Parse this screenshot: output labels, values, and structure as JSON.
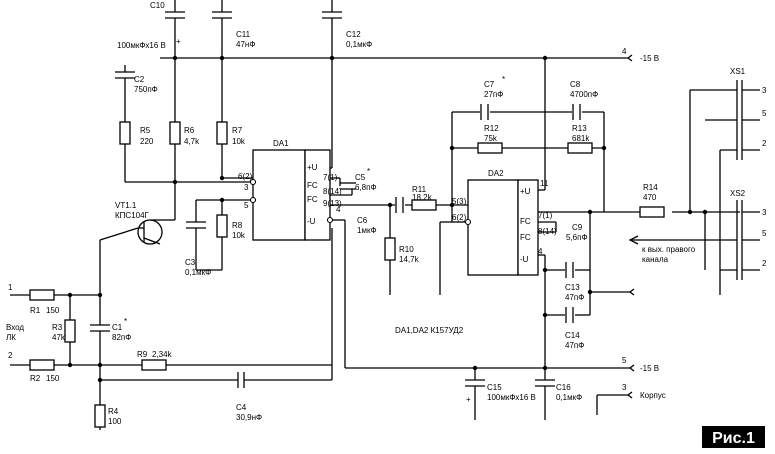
{
  "figure_label": "Рис.1",
  "components": {
    "C10": {
      "ref": "C10",
      "value": "100мкФх16 В",
      "polarity": "+"
    },
    "C11": {
      "ref": "C11",
      "value": "47нФ"
    },
    "C12": {
      "ref": "C12",
      "value": "0,1мкФ"
    },
    "C2": {
      "ref": "C2",
      "value": "750пФ"
    },
    "R5": {
      "ref": "R5",
      "value": "220"
    },
    "R6": {
      "ref": "R6",
      "value": "4,7k"
    },
    "R7": {
      "ref": "R7",
      "value": "10k"
    },
    "R8": {
      "ref": "R8",
      "value": "10k"
    },
    "C3": {
      "ref": "C3",
      "value": "0,1мкФ"
    },
    "VT1": {
      "ref": "VT1.1",
      "value": "КПС104Г"
    },
    "R1": {
      "ref": "R1",
      "value": "150"
    },
    "R2": {
      "ref": "R2",
      "value": "150"
    },
    "R3": {
      "ref": "R3",
      "value": "47k"
    },
    "C1": {
      "ref": "C1",
      "mark": "*",
      "value": "82пФ"
    },
    "R9": {
      "ref": "R9",
      "value": "2,34k"
    },
    "R4": {
      "ref": "R4",
      "value": "100"
    },
    "C4": {
      "ref": "C4",
      "value": "30,9нФ"
    },
    "C5": {
      "ref": "C5",
      "mark": "*",
      "value": "6,8пФ"
    },
    "C6": {
      "ref": "C6",
      "value": "1мкФ"
    },
    "R11": {
      "ref": "R11",
      "value": "18,2k"
    },
    "R10": {
      "ref": "R10",
      "value": "14,7k"
    },
    "C7": {
      "ref": "C7",
      "mark": "*",
      "value": "27пФ"
    },
    "C8": {
      "ref": "C8",
      "value": "4700пФ"
    },
    "R12": {
      "ref": "R12",
      "value": "75k"
    },
    "R13": {
      "ref": "R13",
      "value": "681k"
    },
    "C9": {
      "ref": "C9",
      "value": "5,6пФ"
    },
    "C13": {
      "ref": "C13",
      "value": "47пФ"
    },
    "C14": {
      "ref": "C14",
      "value": "47пФ"
    },
    "R14": {
      "ref": "R14",
      "value": "470"
    },
    "C15": {
      "ref": "C15",
      "value": "100мкФх16 В",
      "polarity": "+"
    },
    "C16": {
      "ref": "C16",
      "value": "0,1мкФ"
    },
    "DA1": {
      "ref": "DA1"
    },
    "DA2": {
      "ref": "DA2"
    }
  },
  "ic_pins": {
    "da1_plus_u": "+U",
    "da1_fc1": "FC",
    "da1_fc2": "FC",
    "da1_minus_u": "-U",
    "da1_p7": "7(1)",
    "da1_p8": "8(14)",
    "da1_p9": "9(13)",
    "da1_p4": "4",
    "da1_p6": "6(2)",
    "da1_p3": "3",
    "da1_p5": "5",
    "da2_p11": "11",
    "da2_plus_u": "+U",
    "da2_fc1": "FC",
    "da2_fc2": "FC",
    "da2_minus_u": "-U",
    "da2_p7": "7(1)",
    "da2_p8": "8(14)",
    "da2_p5": "5(3)",
    "da2_p6": "6(2)",
    "da2_p4": "4"
  },
  "rails": {
    "top_pin": "4",
    "top": "-15 В",
    "bottom_pin": "5",
    "bottom": "-15 В"
  },
  "connectors": {
    "xs1": "XS1",
    "xs2": "XS2",
    "xs1_p3": "3",
    "xs1_p5": "5",
    "xs1_p2": "2",
    "xs2_p3": "3",
    "xs2_p5": "5",
    "xs2_p2": "2"
  },
  "labels": {
    "input_line1": "Вход",
    "input_line2": "ЛК",
    "in_pin1": "1",
    "in_pin2": "2",
    "ic_types": "DA1,DA2  К157УД2",
    "right_channel_line1": "к вых. правого",
    "right_channel_line2": "канала",
    "ground_pin": "3",
    "ground": "Корпус"
  }
}
